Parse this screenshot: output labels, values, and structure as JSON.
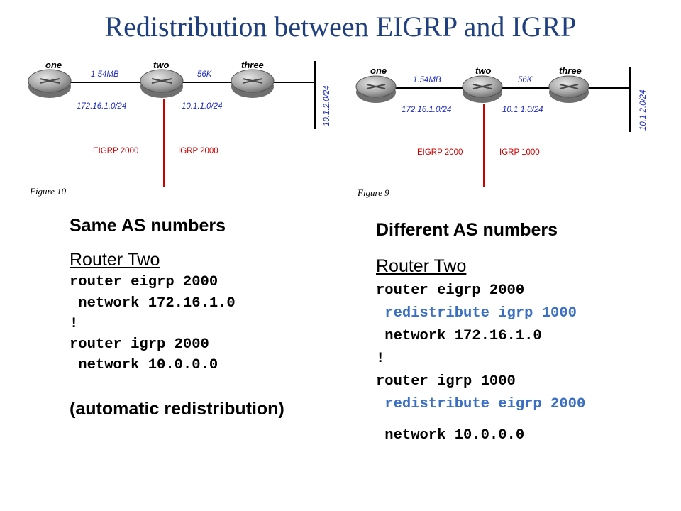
{
  "title": "Redistribution between EIGRP and IGRP",
  "figure_left": {
    "routers": [
      "one",
      "two",
      "three"
    ],
    "link1_speed": "1.54MB",
    "link2_speed": "56K",
    "link1_net": "172.16.1.0/24",
    "link2_net": "10.1.1.0/24",
    "side_net": "10.1.2.0/24",
    "domain_left": "EIGRP 2000",
    "domain_right": "IGRP 2000",
    "caption": "Figure 10"
  },
  "figure_right": {
    "routers": [
      "one",
      "two",
      "three"
    ],
    "link1_speed": "1.54MB",
    "link2_speed": "56K",
    "link1_net": "172.16.1.0/24",
    "link2_net": "10.1.1.0/24",
    "side_net": "10.1.2.0/24",
    "domain_left": "EIGRP 2000",
    "domain_right": "IGRP 1000",
    "caption": "Figure 9"
  },
  "left_panel": {
    "heading": "Same AS numbers",
    "router_title": "Router Two",
    "code": [
      "router eigrp 2000",
      " network 172.16.1.0",
      "!",
      "router igrp 2000",
      " network 10.0.0.0"
    ],
    "note": "(automatic redistribution)"
  },
  "right_panel": {
    "heading": "Different AS numbers",
    "router_title": "Router Two",
    "code": [
      {
        "text": "router eigrp 2000",
        "highlight": false
      },
      {
        "text": " redistribute igrp 1000",
        "highlight": true
      },
      {
        "text": " network 172.16.1.0",
        "highlight": false
      },
      {
        "text": "!",
        "highlight": false
      },
      {
        "text": "router igrp 1000",
        "highlight": false
      },
      {
        "text": " redistribute eigrp 2000",
        "highlight": true
      },
      {
        "text": " network 10.0.0.0",
        "highlight": false
      }
    ]
  },
  "colors": {
    "title": "#1f3f7f",
    "highlight_code": "#3a6fc4",
    "domain_line": "#cc0000",
    "blue_label": "#1e2bbf"
  }
}
